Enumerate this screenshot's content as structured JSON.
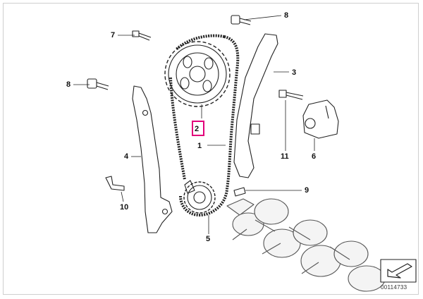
{
  "diagram": {
    "callouts": [
      {
        "id": "c1",
        "label": "1"
      },
      {
        "id": "c2",
        "label": "2"
      },
      {
        "id": "c3",
        "label": "3"
      },
      {
        "id": "c4",
        "label": "4"
      },
      {
        "id": "c5",
        "label": "5"
      },
      {
        "id": "c6",
        "label": "6"
      },
      {
        "id": "c7",
        "label": "7"
      },
      {
        "id": "c8a",
        "label": "8"
      },
      {
        "id": "c8b",
        "label": "8"
      },
      {
        "id": "c9",
        "label": "9"
      },
      {
        "id": "c10",
        "label": "10"
      },
      {
        "id": "c11",
        "label": "11"
      }
    ],
    "highlighted_callout": "2",
    "highlight_color": "#e2007a",
    "reference_number": "00114733",
    "icons": [
      "engine-front-arrow-icon"
    ]
  }
}
